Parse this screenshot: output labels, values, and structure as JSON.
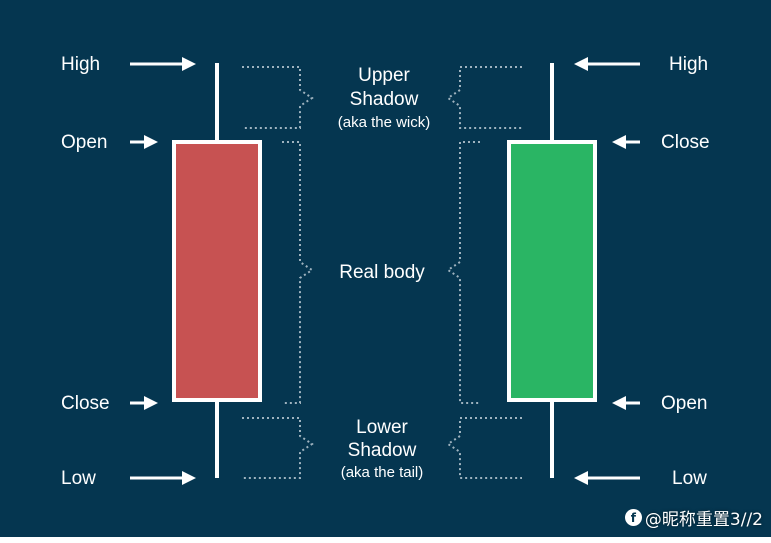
{
  "colors": {
    "background": "#053650",
    "bearish_body": "#c75252",
    "bullish_body": "#2ab564",
    "line": "#ffffff",
    "dotted": "#9fb3bf"
  },
  "left_labels": {
    "high": "High",
    "open": "Open",
    "close": "Close",
    "low": "Low"
  },
  "right_labels": {
    "high": "High",
    "close": "Close",
    "open": "Open",
    "low": "Low"
  },
  "center_labels": {
    "upper_shadow_line1": "Upper",
    "upper_shadow_line2": "Shadow",
    "upper_shadow_note": "(aka the wick)",
    "real_body": "Real body",
    "lower_shadow_line1": "Lower",
    "lower_shadow_line2": "Shadow",
    "lower_shadow_note": "(aka the tail)"
  },
  "watermark": {
    "logo": "f",
    "text": "@昵称重置3//2"
  }
}
